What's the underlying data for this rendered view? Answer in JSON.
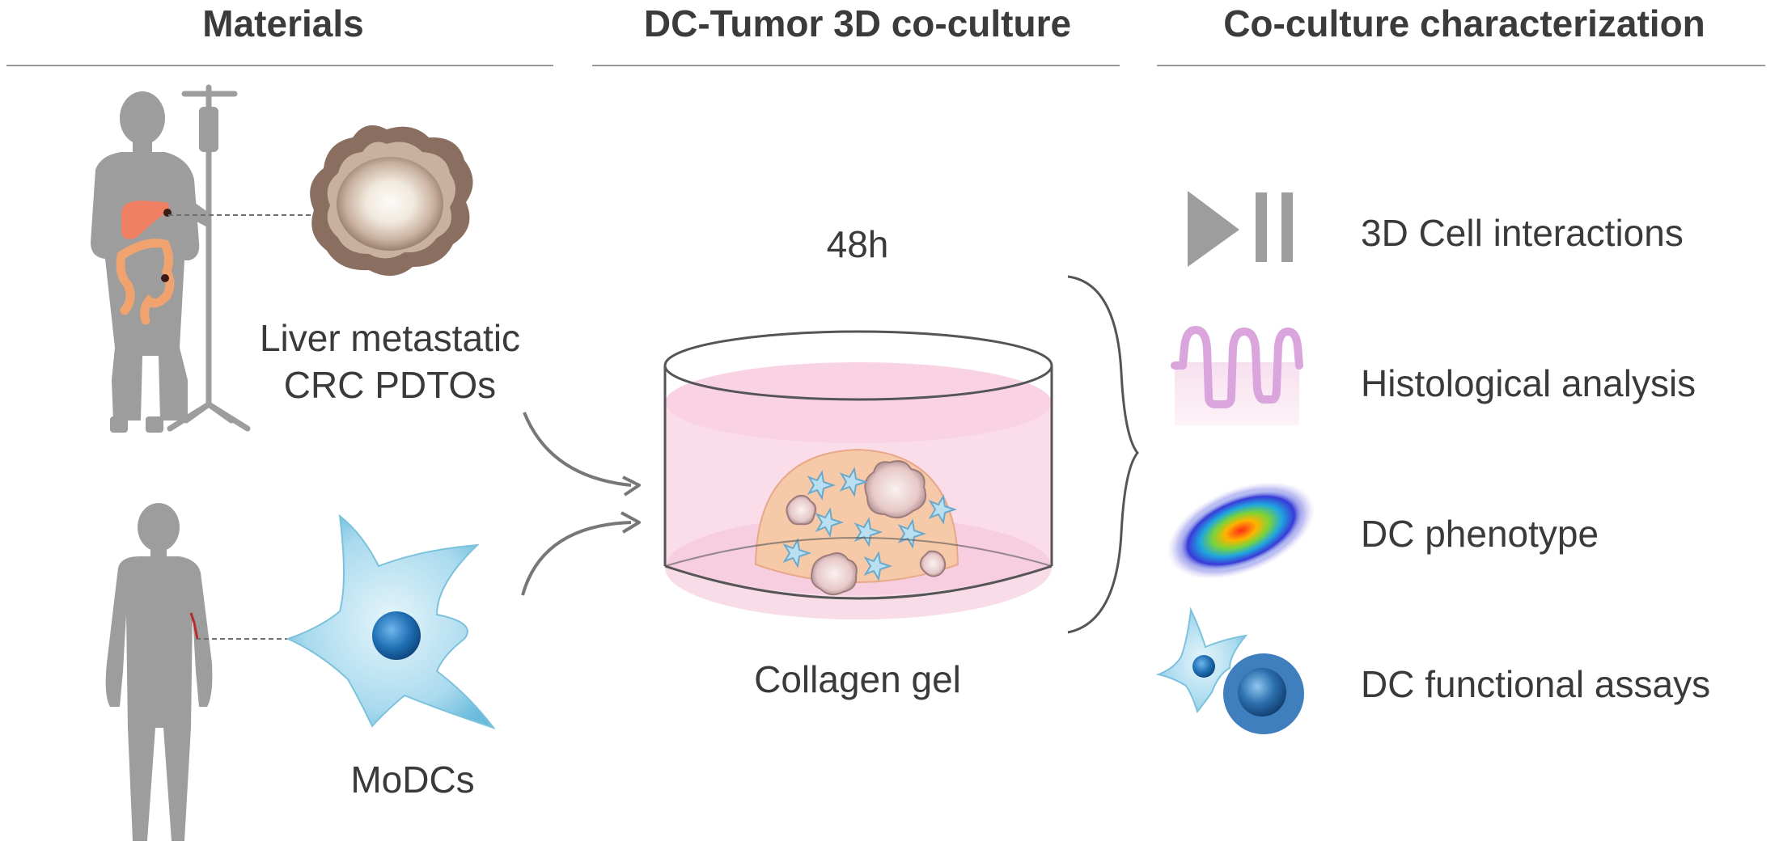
{
  "headers": {
    "materials": "Materials",
    "coculture": "DC-Tumor 3D co-culture",
    "characterization": "Co-culture characterization"
  },
  "materials": {
    "tumor_label_line1": "Liver metastatic",
    "tumor_label_line2": "CRC PDTOs",
    "dc_label": "MoDCs"
  },
  "coculture": {
    "time_label": "48h",
    "gel_label": "Collagen gel"
  },
  "characterization": {
    "items": [
      {
        "label": "3D Cell interactions",
        "icon": "play-pause-icon"
      },
      {
        "label": "Histological analysis",
        "icon": "histology-villi-icon"
      },
      {
        "label": "DC phenotype",
        "icon": "flow-cytometry-density-icon"
      },
      {
        "label": "DC functional assays",
        "icon": "dc-tcell-interaction-icon"
      }
    ]
  },
  "colors": {
    "silhouette": "#9d9d9d",
    "tumor_dark": "#8a6e5f",
    "tumor_light": "#efe6d8",
    "dc_cell": "#9fd4ea",
    "dc_nucleus": "#1f6fb4",
    "gel_pink": "#f7d2e0",
    "dome_peach": "#f6c9a8",
    "arrow_gray": "#777777"
  }
}
